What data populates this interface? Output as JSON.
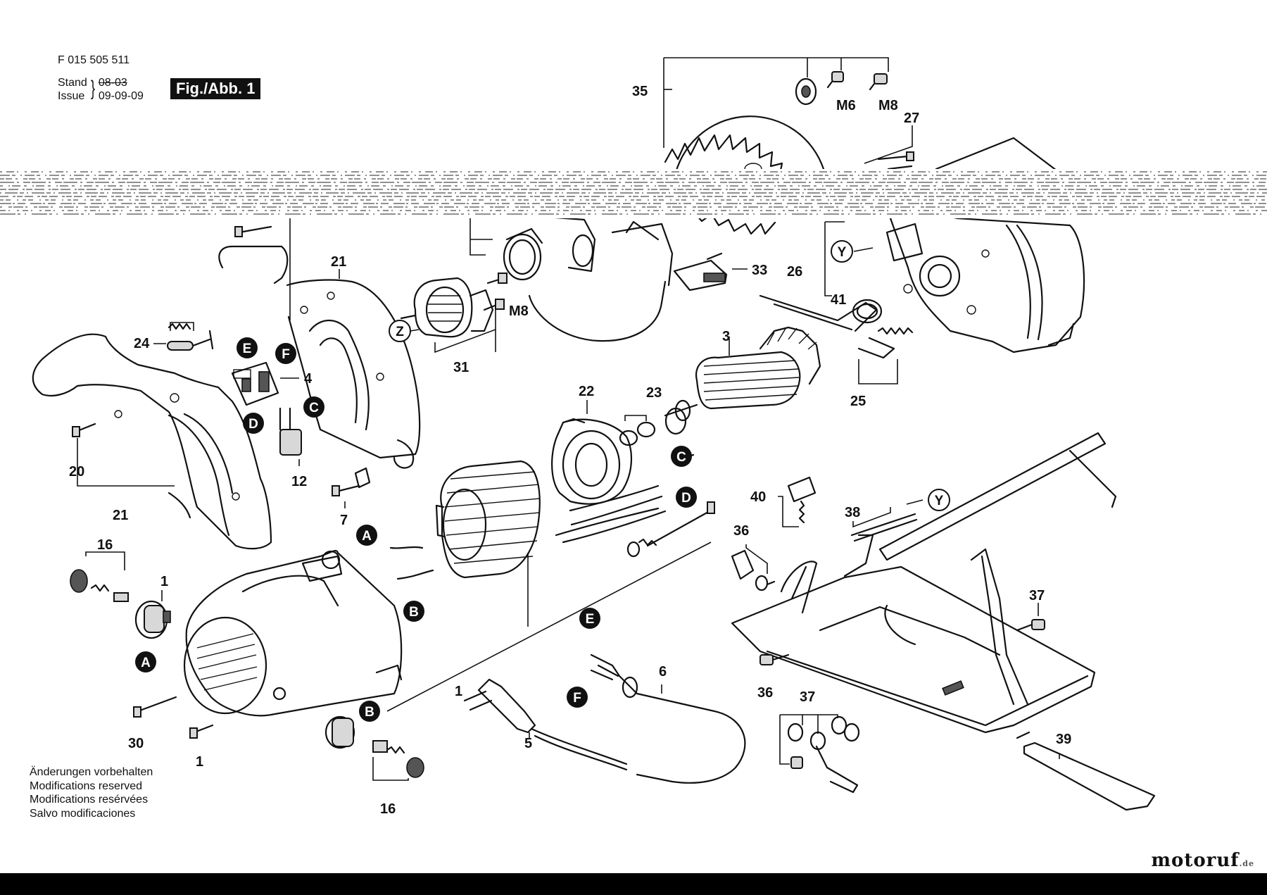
{
  "header": {
    "part_number": "F 015 505 511",
    "stand_label": "Stand",
    "issue_label": "Issue",
    "stand_date": "08-03",
    "issue_date": "09-09-09",
    "figure_label": "Fig./Abb. 1"
  },
  "notes": [
    "Änderungen vorbehalten",
    "Modifications reserved",
    "Modifications resérvées",
    "Salvo modificaciones"
  ],
  "watermark": {
    "main": "motoruf",
    "suffix": ".de"
  },
  "labels": {
    "l35": "35",
    "m6": "M6",
    "m8a": "M8",
    "l27": "27",
    "l21a": "21",
    "l24": "24",
    "l4": "4",
    "l12": "12",
    "l20": "20",
    "l21b": "21",
    "l7": "7",
    "l31": "31",
    "m8b": "M8",
    "l33": "33",
    "l26": "26",
    "l41": "41",
    "l3": "3",
    "l25": "25",
    "l22": "22",
    "l23": "23",
    "l16a": "16",
    "l1a": "1",
    "l30": "30",
    "l1b": "1",
    "l1c": "1",
    "l16b": "16",
    "l5": "5",
    "l6": "6",
    "l40": "40",
    "l38": "38",
    "l36a": "36",
    "l36b": "36",
    "l37a": "37",
    "l37b": "37",
    "l39": "39"
  },
  "callouts": {
    "A1": "A",
    "A2": "A",
    "B1": "B",
    "B2": "B",
    "C1": "C",
    "C2": "C",
    "D1": "D",
    "D2": "D",
    "E1": "E",
    "E2": "E",
    "F1": "F",
    "F2": "F",
    "Y1": "Y",
    "Y2": "Y",
    "Z1": "Z"
  },
  "colors": {
    "ink": "#111111",
    "badge_bg": "#111111",
    "badge_fg": "#ffffff"
  }
}
